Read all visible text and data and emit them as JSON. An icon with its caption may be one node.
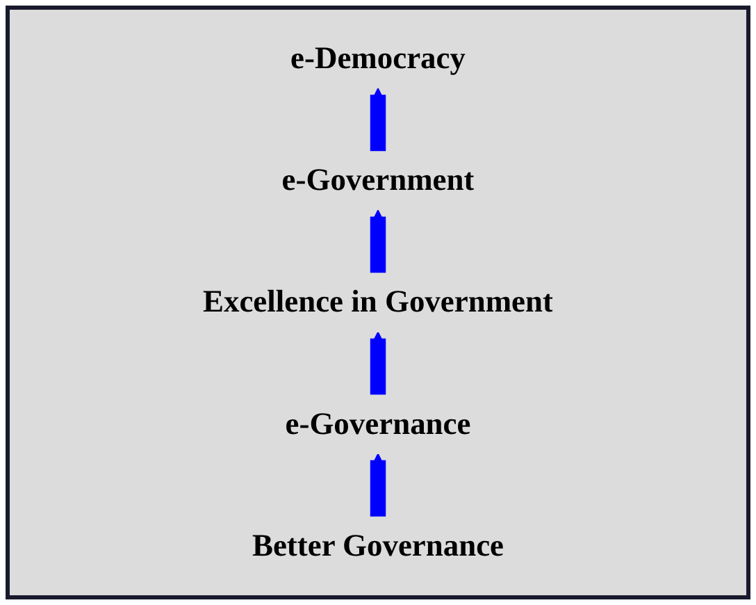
{
  "diagram": {
    "nodes": [
      {
        "text": [
          "e-Democracy"
        ]
      },
      {
        "text": [
          "e-Government"
        ]
      },
      {
        "text": [
          "Excellence in Government"
        ]
      },
      {
        "text": [
          "e-Governance"
        ]
      },
      {
        "text": [
          "Better Governance"
        ]
      }
    ],
    "edges": [
      {
        "from": 4,
        "to": 3,
        "arrow": "to"
      },
      {
        "from": 3,
        "to": 2,
        "arrow": "to"
      },
      {
        "from": 2,
        "to": 1,
        "arrow": "to"
      },
      {
        "from": 1,
        "to": 0,
        "arrow": "to"
      }
    ]
  }
}
